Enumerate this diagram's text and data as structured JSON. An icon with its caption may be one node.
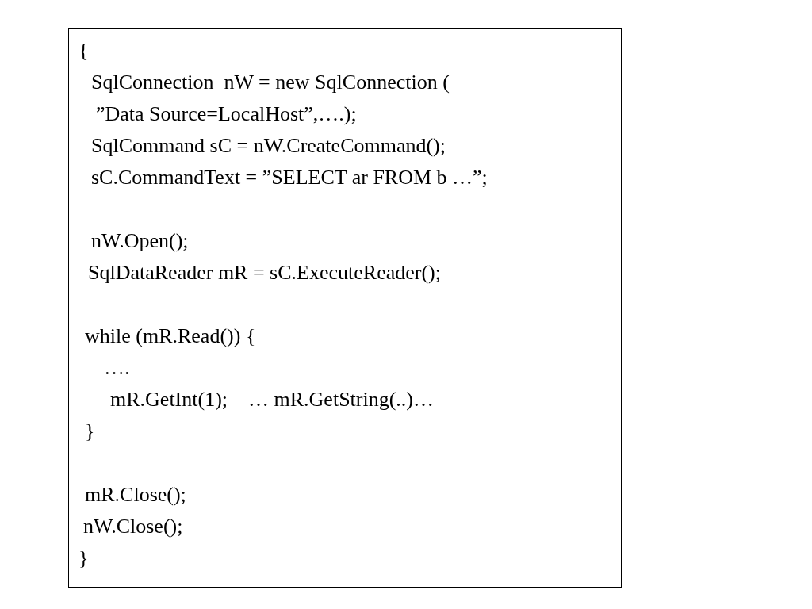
{
  "diagram": {
    "nodes": [
      {
        "text": [
          "{",
          "SqlConnection  nW = new SqlConnection (",
          "”Data Source=LocalHost”,….);",
          "SqlCommand sC = nW.CreateCommand();",
          "sC.CommandText = ”SELECT ar FROM b …”;",
          "nW.Open();",
          "SqlDataReader mR = sC.ExecuteReader();",
          "while (mR.Read()) {",
          "….",
          "mR.GetInt(1);    … mR.GetString(..)…",
          "}",
          "mR.Close();",
          "nW.Close();",
          "}"
        ]
      }
    ]
  }
}
